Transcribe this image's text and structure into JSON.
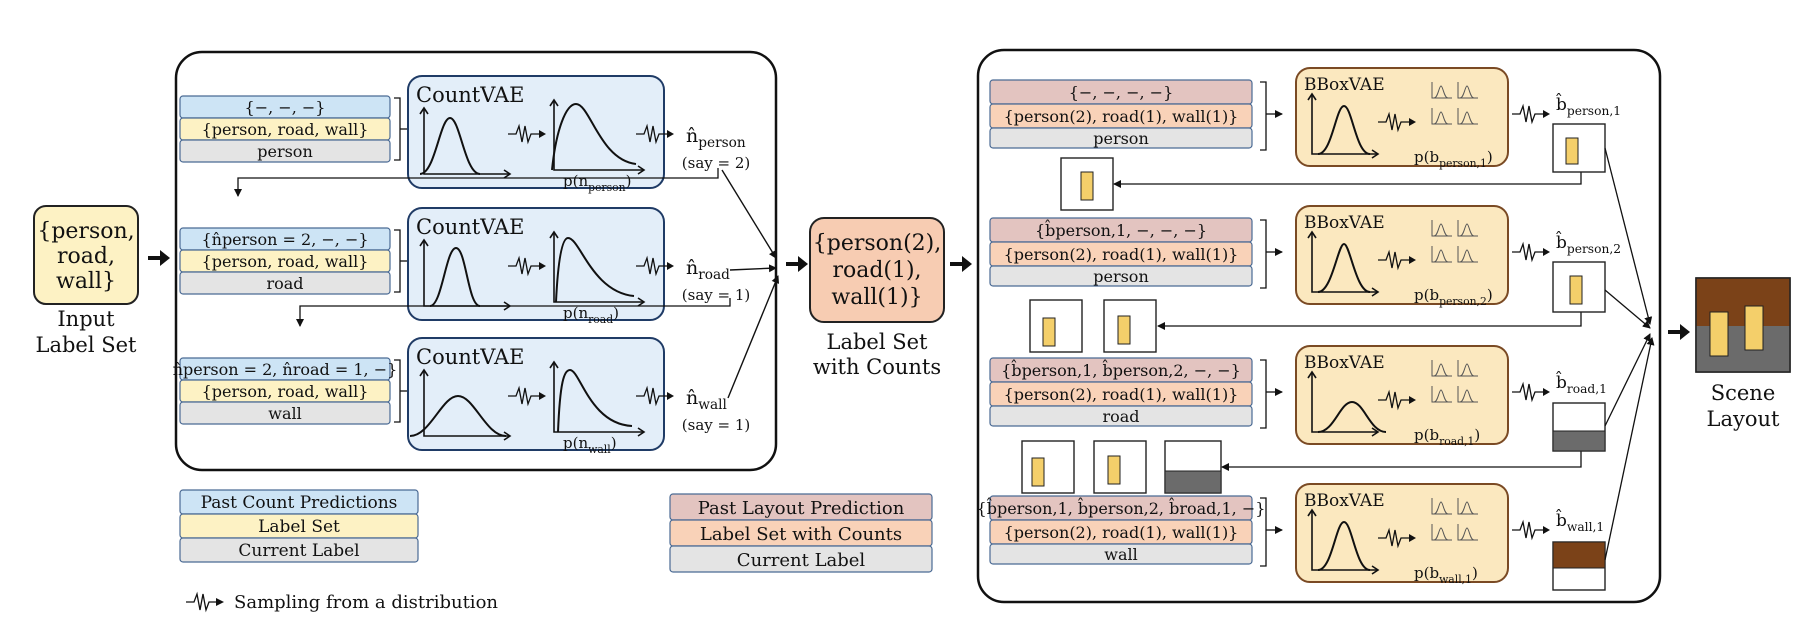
{
  "input": {
    "set_lines": [
      "{person,",
      "road,",
      "wall}"
    ],
    "caption": [
      "Input",
      "Label Set"
    ]
  },
  "count_stage": {
    "module_name": "CountVAE",
    "rows": [
      {
        "past": "{−, −, −}",
        "labelset": "{person, road, wall}",
        "current": "person",
        "dist": "p(n",
        "dist_sub": "person",
        "dist_close": ")",
        "out": "n̂",
        "out_sub": "person",
        "say": "(say = 2)"
      },
      {
        "past": "{n̂person = 2, −, −}",
        "labelset": "{person, road, wall}",
        "current": "road",
        "dist": "p(n",
        "dist_sub": "road",
        "dist_close": ")",
        "out": "n̂",
        "out_sub": "road",
        "say": "(say = 1)"
      },
      {
        "past": "n̂person = 2, n̂road = 1, −}",
        "labelset": "{person, road, wall}",
        "current": "wall",
        "dist": "p(n",
        "dist_sub": "wall",
        "dist_close": ")",
        "out": "n̂",
        "out_sub": "wall",
        "say": "(say = 1)"
      }
    ]
  },
  "counts_box": {
    "lines": [
      "{person(2),",
      "road(1),",
      "wall(1)}"
    ],
    "caption": [
      "Label Set",
      "with Counts"
    ]
  },
  "bbox_stage": {
    "module_name": "BBoxVAE",
    "rows": [
      {
        "past": "{−, −, −, −}",
        "labelset": "{person(2), road(1), wall(1)}",
        "current": "person",
        "dist": "p(b",
        "dist_sub": "person,1",
        "dist_close": ")",
        "out": "b̂",
        "out_sub": "person,1"
      },
      {
        "past": "{b̂person,1, −, −, −}",
        "labelset": "{person(2), road(1), wall(1)}",
        "current": "person",
        "dist": "p(b",
        "dist_sub": "person,2",
        "dist_close": ")",
        "out": "b̂",
        "out_sub": "person,2"
      },
      {
        "past": "{b̂person,1, b̂person,2, −, −}",
        "labelset": "{person(2), road(1), wall(1)}",
        "current": "road",
        "dist": "p(b",
        "dist_sub": "road,1",
        "dist_close": ")",
        "out": "b̂",
        "out_sub": "road,1"
      },
      {
        "past": "{b̂person,1, b̂person,2, b̂road,1, −}",
        "labelset": "{person(2), road(1), wall(1)}",
        "current": "wall",
        "dist": "p(b",
        "dist_sub": "wall,1",
        "dist_close": ")",
        "out": "b̂",
        "out_sub": "wall,1"
      }
    ]
  },
  "scene": {
    "caption": [
      "Scene",
      "Layout"
    ]
  },
  "legend_count": [
    "Past Count Predictions",
    "Label Set",
    "Current Label"
  ],
  "legend_layout": [
    "Past Layout Prediction",
    "Label Set with Counts",
    "Current Label"
  ],
  "sampling_legend": "Sampling from a distribution",
  "colors": {
    "blue": "#cde4f5",
    "yellow": "#fdf2c4",
    "gray": "#e4e4e4",
    "rose": "#e3c4c0",
    "peach": "#f9d2b8",
    "orange_box": "#f7ccb2",
    "bbox_fill": "#fbe8bf",
    "bbox_border": "#7a4a24",
    "count_fill": "#e3eef9",
    "count_border": "#1f3b66",
    "person": "#f4cf6a",
    "road": "#6b6b6b",
    "wall": "#7b4218"
  }
}
